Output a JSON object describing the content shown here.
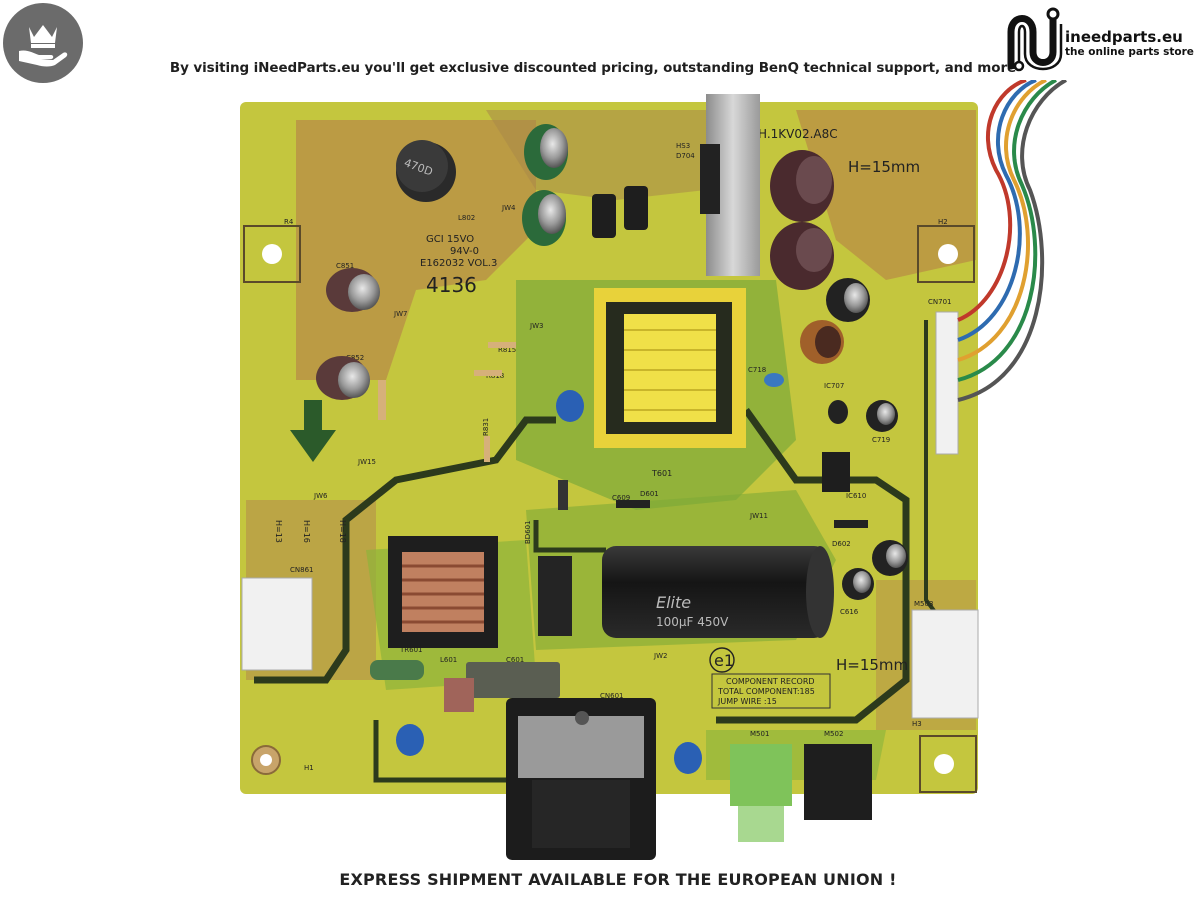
{
  "banner": {
    "headline": "By visiting iNeedParts.eu you'll get exclusive discounted pricing, outstanding BenQ technical support, and more"
  },
  "logo": {
    "name": "ineedparts.eu",
    "tagline": "the online parts store"
  },
  "footer": {
    "shipping_notice": "EXPRESS SHIPMENT AVAILABLE FOR THE EUROPEAN UNION !"
  },
  "board": {
    "model_code": "H.1KV02.A8C",
    "height_label": "H=15mm",
    "height_label_lower": "H=15mm",
    "choke_code": "470D",
    "cert_line_1": "GCI 15VO",
    "cert_line_2": "94V-0",
    "cert_line_3": "E162032 VOL.3",
    "date_code": "4136",
    "capacitor_brand": "Elite",
    "capacitor_rating": "100μF 450V",
    "component_record_1": "COMPONENT RECORD",
    "component_record_2": "TOTAL COMPONENT:185",
    "component_record_3": "JUMP WIRE :15",
    "mark_e1": "e1",
    "ref_r4": "R4",
    "ref_h2": "H2",
    "ref_h3": "H3",
    "ref_h1": "H1",
    "ref_c851": "C851",
    "ref_c852": "C852",
    "ref_t601": "T601",
    "ref_ic610": "IC610",
    "ref_ic707": "IC707",
    "ref_cn861": "CN861",
    "ref_cn601": "CN601",
    "ref_m501": "M501",
    "ref_m502": "M502",
    "ref_m503": "M503",
    "ref_bd601": "BD601",
    "ref_l802": "L802",
    "ref_jw7": "JW7",
    "ref_jw3": "JW3",
    "ref_jw4": "JW4",
    "ref_jw6": "JW6",
    "ref_jw15": "JW15",
    "ref_jw11": "JW11",
    "ref_jw2": "JW2",
    "ref_c719": "C719",
    "ref_c718": "C718",
    "ref_c609": "C609",
    "ref_c616": "C616",
    "ref_c601": "C601",
    "ref_d601": "D601",
    "ref_d602": "D602",
    "ref_tr601": "TR601",
    "ref_l601": "L601",
    "ref_cn701": "CN701",
    "ref_r815": "R815",
    "ref_r818": "R818",
    "ref_r831": "R831",
    "ref_h13": "H=13",
    "ref_h16": "H=16",
    "ref_h18": "H=18",
    "ref_d704": "D704",
    "ref_hs3": "HS3",
    "colors": {
      "pcb_yellow": "#c9cb3f",
      "pcb_green": "#8fb33a",
      "pcb_copper": "#b98a45",
      "trace_dark": "#2c3a1c",
      "capacitor_black": "#222222",
      "connector_green": "#7fc35a"
    }
  }
}
